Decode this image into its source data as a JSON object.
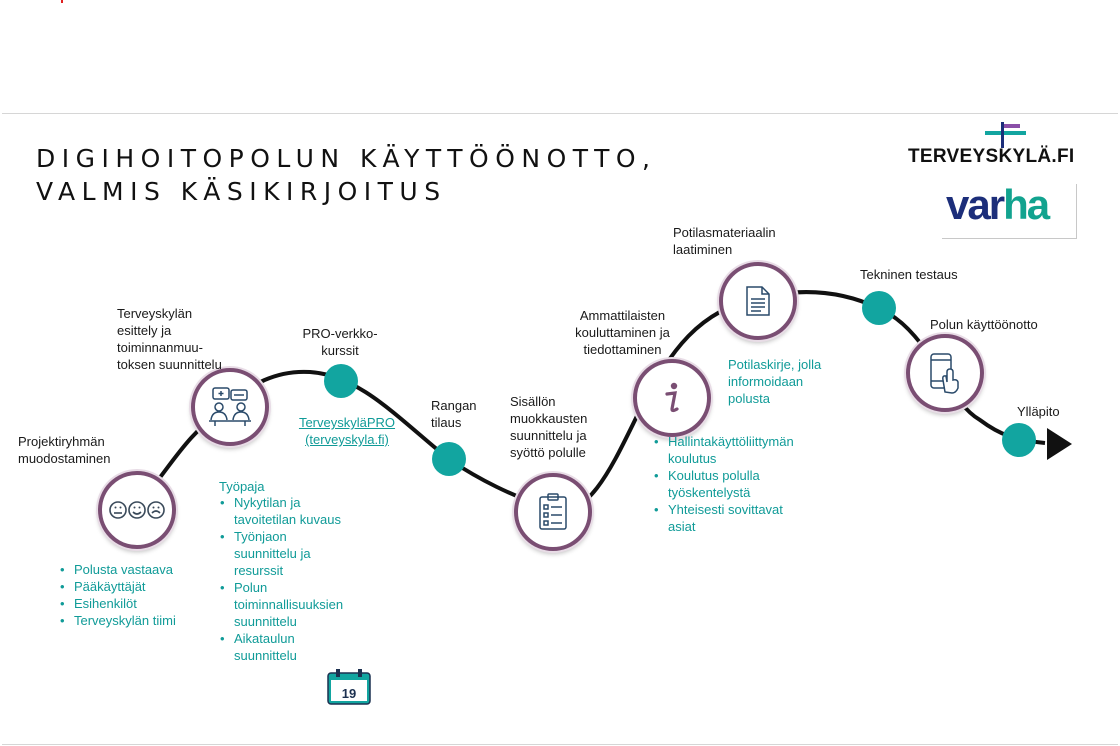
{
  "title": {
    "line1": "DIGIHOITOPOLUN KÄYTTÖÖNOTTO,",
    "line2": "VALMIS KÄSIKIRJOITUS"
  },
  "logos": {
    "terveyskyla": "TERVEYSKYLÄ.FI",
    "varha_v": "var",
    "varha_h": "ha"
  },
  "colors": {
    "teal": "#12a5a0",
    "circle_border": "#7a4e73",
    "path": "#111111",
    "bullet_text": "#109b98"
  },
  "steps": {
    "projektiryhma": {
      "label": "Projektiryhmän muodostaminen",
      "icon": "faces-icon",
      "bullets": [
        "Polusta vastaava",
        "Pääkäyttäjät",
        "Esihenkilöt",
        "Terveyskylän tiimi"
      ]
    },
    "esittely": {
      "label": "Terveyskylän esittely ja toiminnanmuu-toksen suunnittelu",
      "icon": "meeting-icon",
      "workshop_title": "Työpaja",
      "bullets": [
        "Nykytilan ja tavoitetilan kuvaus",
        "Työnjaon suunnittelu ja resurssit",
        "Polun toiminnallisuuksien suunnittelu",
        "Aikataulun suunnittelu"
      ],
      "calendar_day": "19"
    },
    "pro": {
      "label": "PRO-verkko-kurssit",
      "link": "TerveyskyläPRO (terveyskyla.fi)"
    },
    "rangan": {
      "label": "Rangan tilaus"
    },
    "sisallon": {
      "label": "Sisällön muokkausten suunnittelu ja syöttö polulle",
      "icon": "checklist-icon"
    },
    "ammattilaiset": {
      "label": "Ammattilaisten kouluttaminen ja tiedottaminen",
      "icon": "info-icon",
      "bullets": [
        "Hallintakäyttöliittymän koulutus",
        "Koulutus polulla työskentelystä",
        "Yhteisesti sovittavat asiat"
      ]
    },
    "potilasmateriaali": {
      "label": "Potilasmateriaalin laatiminen",
      "icon": "document-icon",
      "note": "Potilaskirje, jolla informoidaan polusta"
    },
    "tekninen": {
      "label": "Tekninen testaus"
    },
    "kayttoonotto": {
      "label": "Polun käyttöönotto",
      "icon": "touch-phone-icon"
    },
    "yllapito": {
      "label": "Ylläpito"
    }
  }
}
